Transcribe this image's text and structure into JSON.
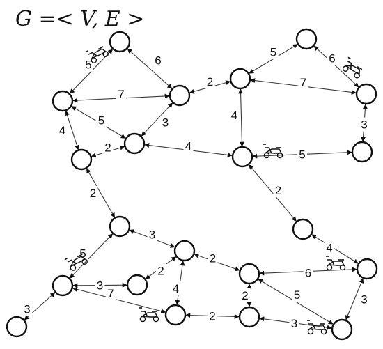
{
  "diagram": {
    "title": "G =< V, E >",
    "nodes": [
      {
        "id": "n1"
      },
      {
        "id": "n2"
      },
      {
        "id": "n3"
      },
      {
        "id": "n4"
      },
      {
        "id": "n5"
      },
      {
        "id": "n6"
      },
      {
        "id": "n7"
      },
      {
        "id": "n8"
      },
      {
        "id": "n9"
      },
      {
        "id": "n10"
      },
      {
        "id": "n11"
      },
      {
        "id": "n12"
      },
      {
        "id": "n13"
      },
      {
        "id": "n14"
      },
      {
        "id": "n15"
      },
      {
        "id": "n16"
      },
      {
        "id": "n17"
      },
      {
        "id": "n18"
      },
      {
        "id": "n19"
      },
      {
        "id": "n20"
      },
      {
        "id": "n21"
      },
      {
        "id": "n22"
      },
      {
        "id": "n23"
      },
      {
        "id": "n24"
      }
    ],
    "edges": [
      {
        "from": "n1",
        "to": "n2",
        "weight": "6"
      },
      {
        "from": "n1",
        "to": "n3",
        "weight": "5"
      },
      {
        "from": "n3",
        "to": "n2",
        "weight": "7"
      },
      {
        "from": "n2",
        "to": "n5",
        "weight": "3"
      },
      {
        "from": "n3",
        "to": "n5",
        "weight": "5"
      },
      {
        "from": "n3",
        "to": "n4",
        "weight": "4"
      },
      {
        "from": "n4",
        "to": "n5",
        "weight": "2"
      },
      {
        "from": "n2",
        "to": "n7",
        "weight": "2"
      },
      {
        "from": "n7",
        "to": "n8",
        "weight": "5"
      },
      {
        "from": "n8",
        "to": "n9",
        "weight": "6"
      },
      {
        "from": "n7",
        "to": "n9",
        "weight": "7"
      },
      {
        "from": "n9",
        "to": "n11",
        "weight": "3"
      },
      {
        "from": "n7",
        "to": "n10",
        "weight": "4"
      },
      {
        "from": "n5",
        "to": "n10",
        "weight": "4"
      },
      {
        "from": "n10",
        "to": "n11",
        "weight": "5"
      },
      {
        "from": "n10",
        "to": "n18",
        "weight": "2"
      },
      {
        "from": "n4",
        "to": "n6",
        "weight": "2"
      },
      {
        "from": "n6",
        "to": "n12",
        "weight": "3"
      },
      {
        "from": "n6",
        "to": "n13",
        "weight": "5"
      },
      {
        "from": "n13",
        "to": "n14",
        "weight": "3"
      },
      {
        "from": "n13",
        "to": "n15",
        "weight": "3"
      },
      {
        "from": "n13",
        "to": "n21",
        "weight": "7"
      },
      {
        "from": "n14",
        "to": "n12",
        "weight": "2"
      },
      {
        "from": "n12",
        "to": "n16",
        "weight": "2"
      },
      {
        "from": "n12",
        "to": "n21",
        "weight": "4"
      },
      {
        "from": "n18",
        "to": "n19",
        "weight": "4"
      },
      {
        "from": "n16",
        "to": "n19",
        "weight": "6"
      },
      {
        "from": "n16",
        "to": "n22",
        "weight": "2"
      },
      {
        "from": "n16",
        "to": "n23",
        "weight": "5"
      },
      {
        "from": "n19",
        "to": "n23",
        "weight": "3"
      },
      {
        "from": "n21",
        "to": "n22",
        "weight": "2"
      },
      {
        "from": "n22",
        "to": "n23",
        "weight": "3"
      }
    ]
  }
}
